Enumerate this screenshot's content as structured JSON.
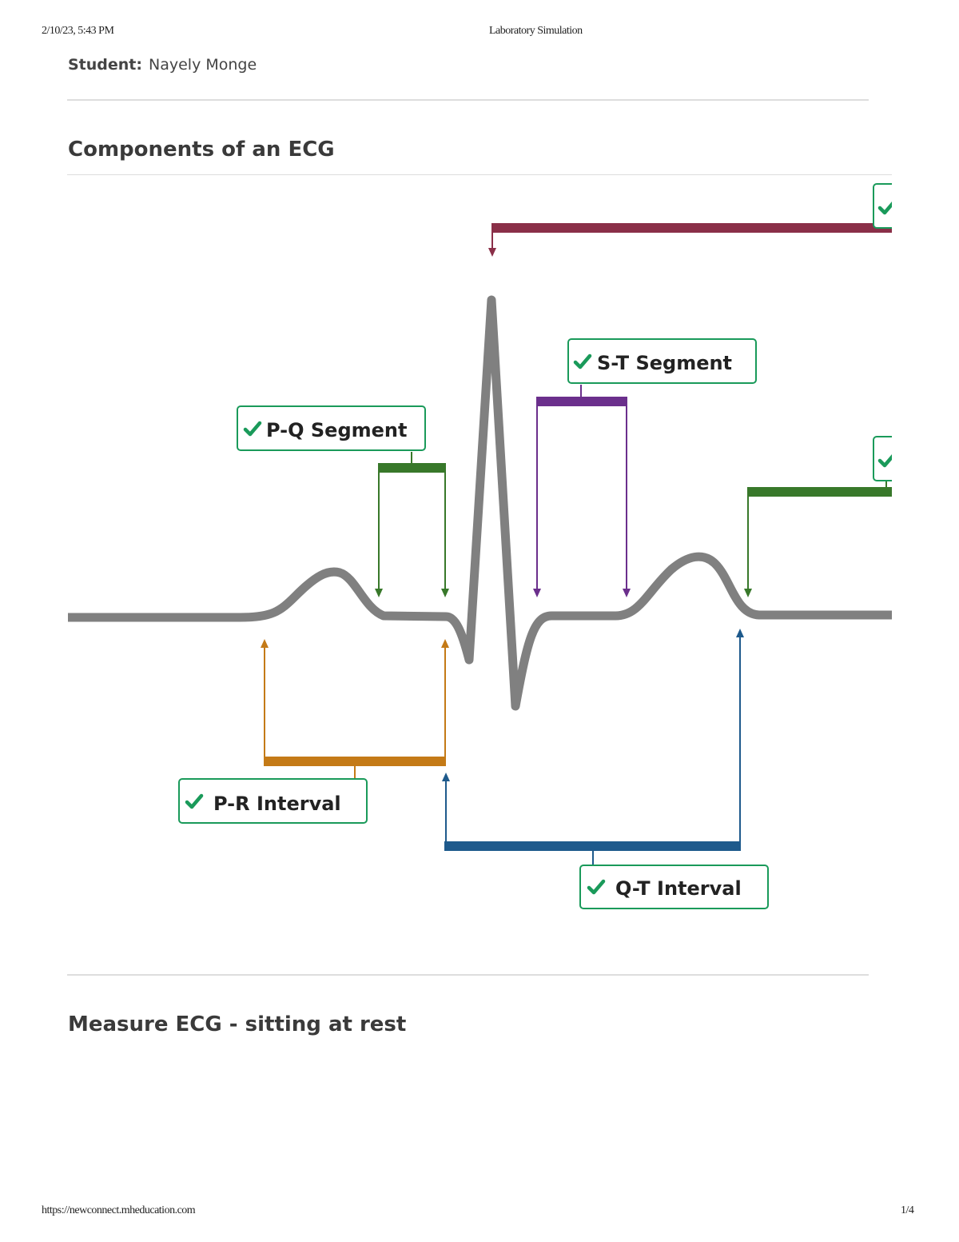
{
  "header": {
    "datetime": "2/10/23, 5:43 PM",
    "title": "Laboratory Simulation"
  },
  "student": {
    "label": "Student:",
    "name": "Nayely Monge"
  },
  "sections": [
    {
      "title": "Components of an ECG"
    },
    {
      "title": "Measure ECG - sitting at rest"
    }
  ],
  "diagram": {
    "labels": {
      "pq": "P-Q Segment",
      "st": "S-T Segment",
      "pr": "P-R Interval",
      "qt": "Q-T Interval"
    },
    "icon": "check-icon",
    "colors": {
      "trace": "#808080",
      "pq": "#38782a",
      "st": "#6b2f8c",
      "pr": "#c47a17",
      "qt": "#1e5a8c",
      "top": "#8a2f48",
      "check": "#1a9a5a"
    }
  },
  "footer": {
    "url": "https://newconnect.mheducation.com",
    "page": "1/4"
  }
}
